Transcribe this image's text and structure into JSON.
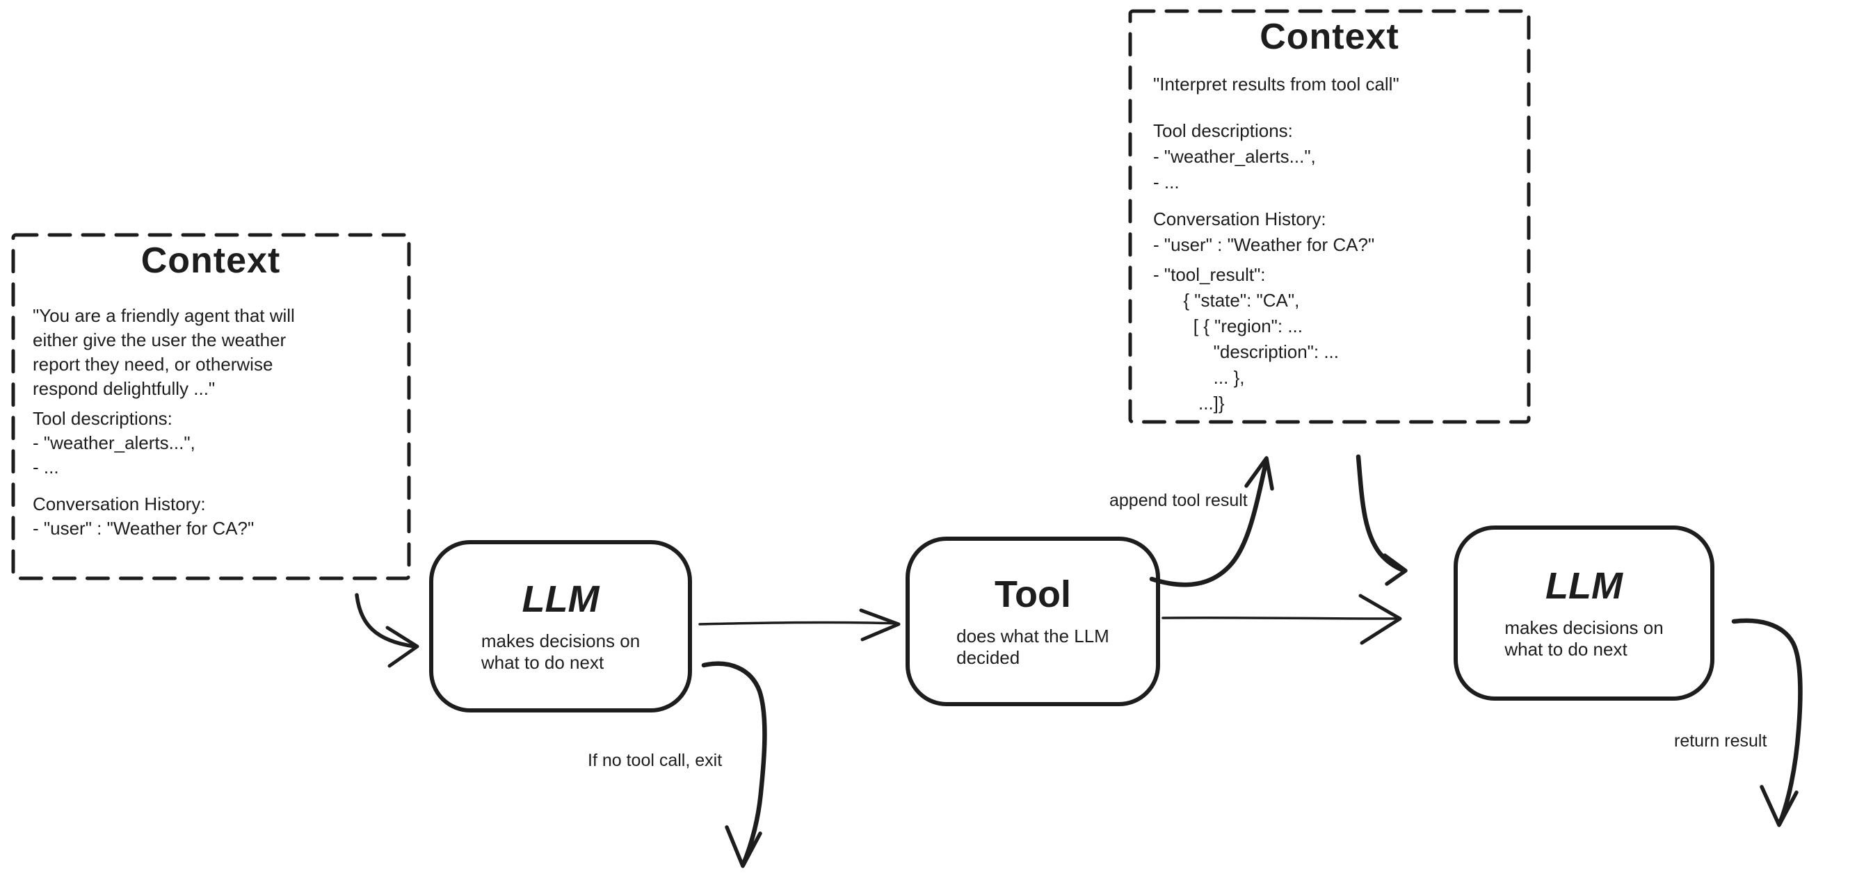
{
  "diagram": {
    "colors": {
      "ink": "#1d1d1d",
      "background": "#ffffff"
    },
    "context_left": {
      "title": "Context",
      "p1": [
        "\"You are a friendly agent that will",
        "either give the user the weather",
        "report they need, or otherwise",
        "respond delightfully ...\""
      ],
      "p2": [
        "Tool descriptions:",
        "- \"weather_alerts...\",",
        "- ..."
      ],
      "p3": [
        "Conversation History:",
        "- \"user\" : \"Weather for CA?\""
      ]
    },
    "context_right": {
      "title": "Context",
      "p1": [
        "\"Interpret results from tool call\""
      ],
      "p2": [
        "Tool descriptions:",
        "- \"weather_alerts...\",",
        "- ..."
      ],
      "p3": [
        "Conversation History:",
        "- \"user\" : \"Weather for CA?\""
      ],
      "p4": [
        "- \"tool_result\":",
        "      { \"state\": \"CA\",",
        "        [ { \"region\": ...",
        "            \"description\": ...",
        "            ... },",
        "         ...]}"
      ]
    },
    "nodes": {
      "llm1": {
        "title": "LLM",
        "subtitle": "makes decisions on\nwhat to do next"
      },
      "tool": {
        "title": "Tool",
        "subtitle": "does what the LLM\ndecided"
      },
      "llm2": {
        "title": "LLM",
        "subtitle": "makes decisions on\nwhat to do next"
      }
    },
    "labels": {
      "append_tool_result": "append tool result",
      "if_no_tool_call_exit": "If no tool call, exit",
      "return_result": "return result"
    }
  }
}
